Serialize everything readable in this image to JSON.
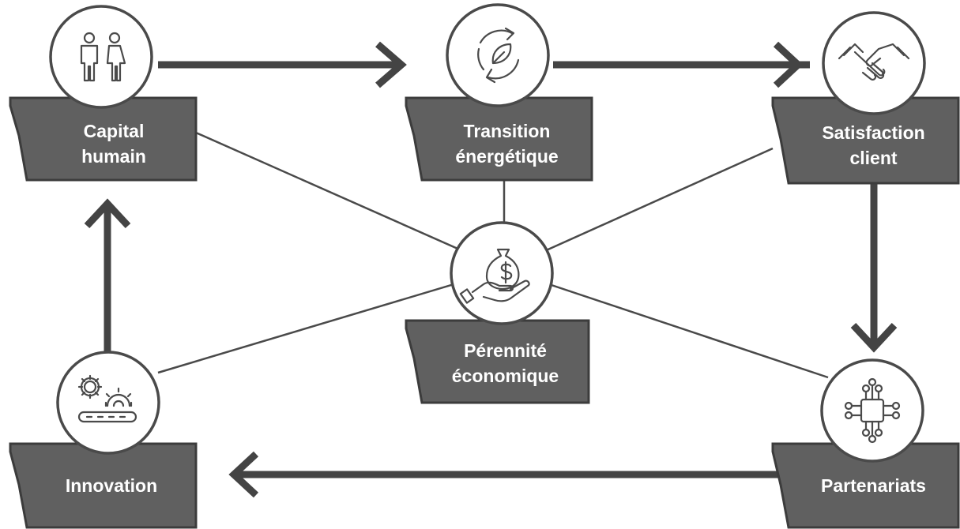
{
  "colors": {
    "box_fill": "#606060",
    "box_stroke": "#3c3c3c",
    "line": "#4a4a4a",
    "arrow": "#444444",
    "circle_fill": "#ffffff",
    "circle_stroke": "#4a4a4a",
    "label_text": "#ffffff"
  },
  "nodes": {
    "capital": {
      "line1": "Capital",
      "line2": "humain",
      "icon": "people-icon"
    },
    "transition": {
      "line1": "Transition",
      "line2": "énergétique",
      "icon": "leaf-cycle-icon"
    },
    "satisfaction": {
      "line1": "Satisfaction",
      "line2": "client",
      "icon": "handshake-icon"
    },
    "perennite": {
      "line1": "Pérennité",
      "line2": "économique",
      "icon": "money-bag-hand-icon"
    },
    "innovation": {
      "line1": "Innovation",
      "icon": "gears-conveyor-icon"
    },
    "partenariats": {
      "line1": "Partenariats",
      "icon": "circuit-chip-icon"
    }
  }
}
